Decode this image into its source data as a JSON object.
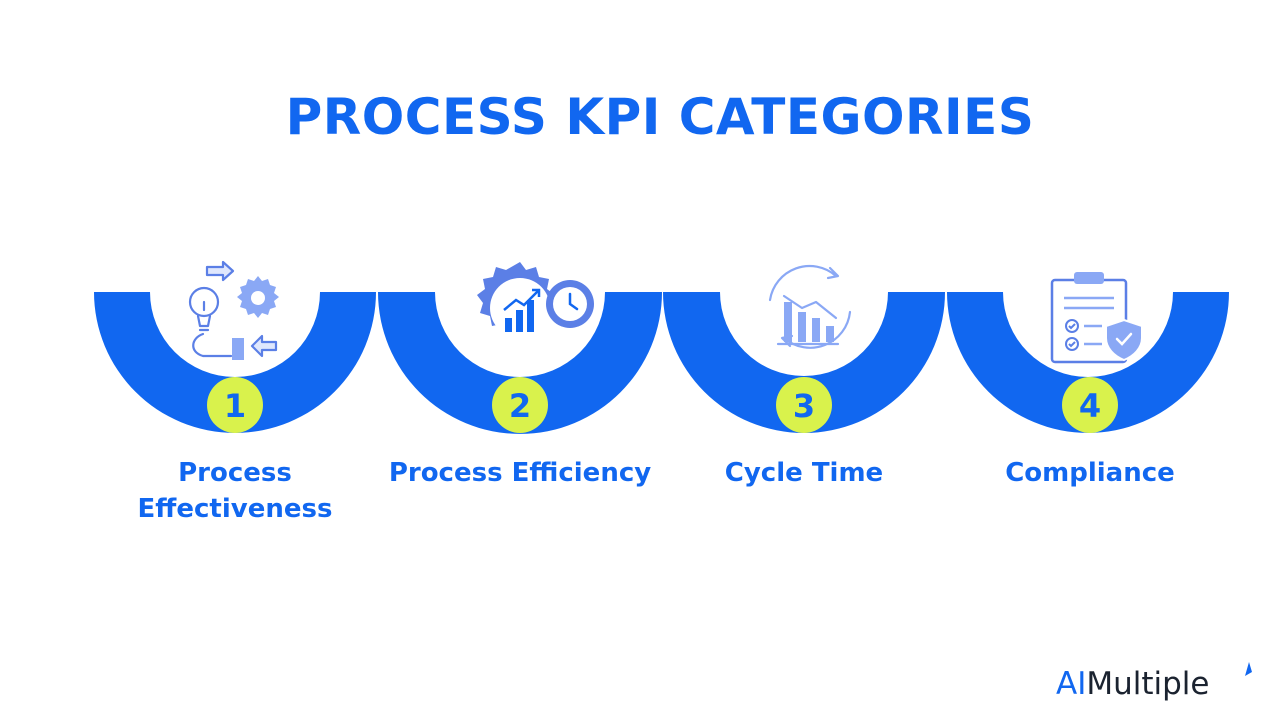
{
  "title": "PROCESS KPI CATEGORIES",
  "colors": {
    "primary": "#1167f0",
    "badge": "#d9f24c",
    "icon": "#8aa8f5",
    "icon_dark": "#5b7fe6"
  },
  "steps": [
    {
      "number": "1",
      "label": "Process Effectiveness",
      "icon": "idea-process-icon"
    },
    {
      "number": "2",
      "label": "Process Efficiency",
      "icon": "gear-chart-clock-icon"
    },
    {
      "number": "3",
      "label": "Cycle Time",
      "icon": "cycle-chart-icon"
    },
    {
      "number": "4",
      "label": "Compliance",
      "icon": "clipboard-shield-icon"
    }
  ],
  "logo": {
    "prefix": "AI",
    "suffix": "Multiple"
  }
}
